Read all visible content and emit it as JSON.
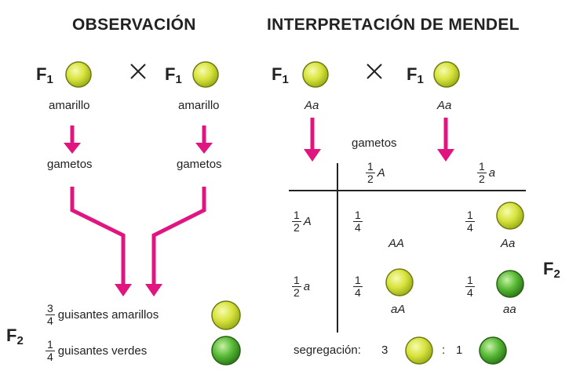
{
  "left": {
    "title": "OBSERVACIÓN",
    "parent1": {
      "label": "F",
      "sub": "1",
      "phenotype": "amarillo"
    },
    "cross_symbol": "×",
    "parent2": {
      "label": "F",
      "sub": "1",
      "phenotype": "amarillo"
    },
    "gametes1": "gametos",
    "gametes2": "gametos",
    "f2": {
      "label": "F",
      "sub": "2",
      "yellow": {
        "num": "3",
        "den": "4",
        "text": "guisantes amarillos"
      },
      "green": {
        "num": "1",
        "den": "4",
        "text": "guisantes verdes"
      }
    }
  },
  "right": {
    "title": "INTERPRETACIÓN DE MENDEL",
    "parent1": {
      "label": "F",
      "sub": "1",
      "genotype": "Aa"
    },
    "cross_symbol": "×",
    "parent2": {
      "label": "F",
      "sub": "1",
      "genotype": "Aa"
    },
    "gametes_label": "gametos",
    "columns": [
      {
        "num": "1",
        "den": "2",
        "allele": "A"
      },
      {
        "num": "1",
        "den": "2",
        "allele": "a"
      }
    ],
    "rows": [
      {
        "num": "1",
        "den": "2",
        "allele": "A",
        "cells": [
          {
            "num": "1",
            "den": "4",
            "genotype": "AA"
          },
          {
            "num": "1",
            "den": "4",
            "genotype": "Aa"
          }
        ]
      },
      {
        "num": "1",
        "den": "2",
        "allele": "a",
        "cells": [
          {
            "num": "1",
            "den": "4",
            "genotype": "aA"
          },
          {
            "num": "1",
            "den": "4",
            "genotype": "aa"
          }
        ]
      }
    ],
    "f2": {
      "label": "F",
      "sub": "2"
    },
    "segregation": {
      "label": "segregación:",
      "yellow_count": "3",
      "separator": ":",
      "green_count": "1"
    }
  },
  "colors": {
    "arrow": "#e0157f",
    "pea_yellow": "#d6e23a",
    "pea_green": "#5bbf3a",
    "text": "#222222"
  }
}
